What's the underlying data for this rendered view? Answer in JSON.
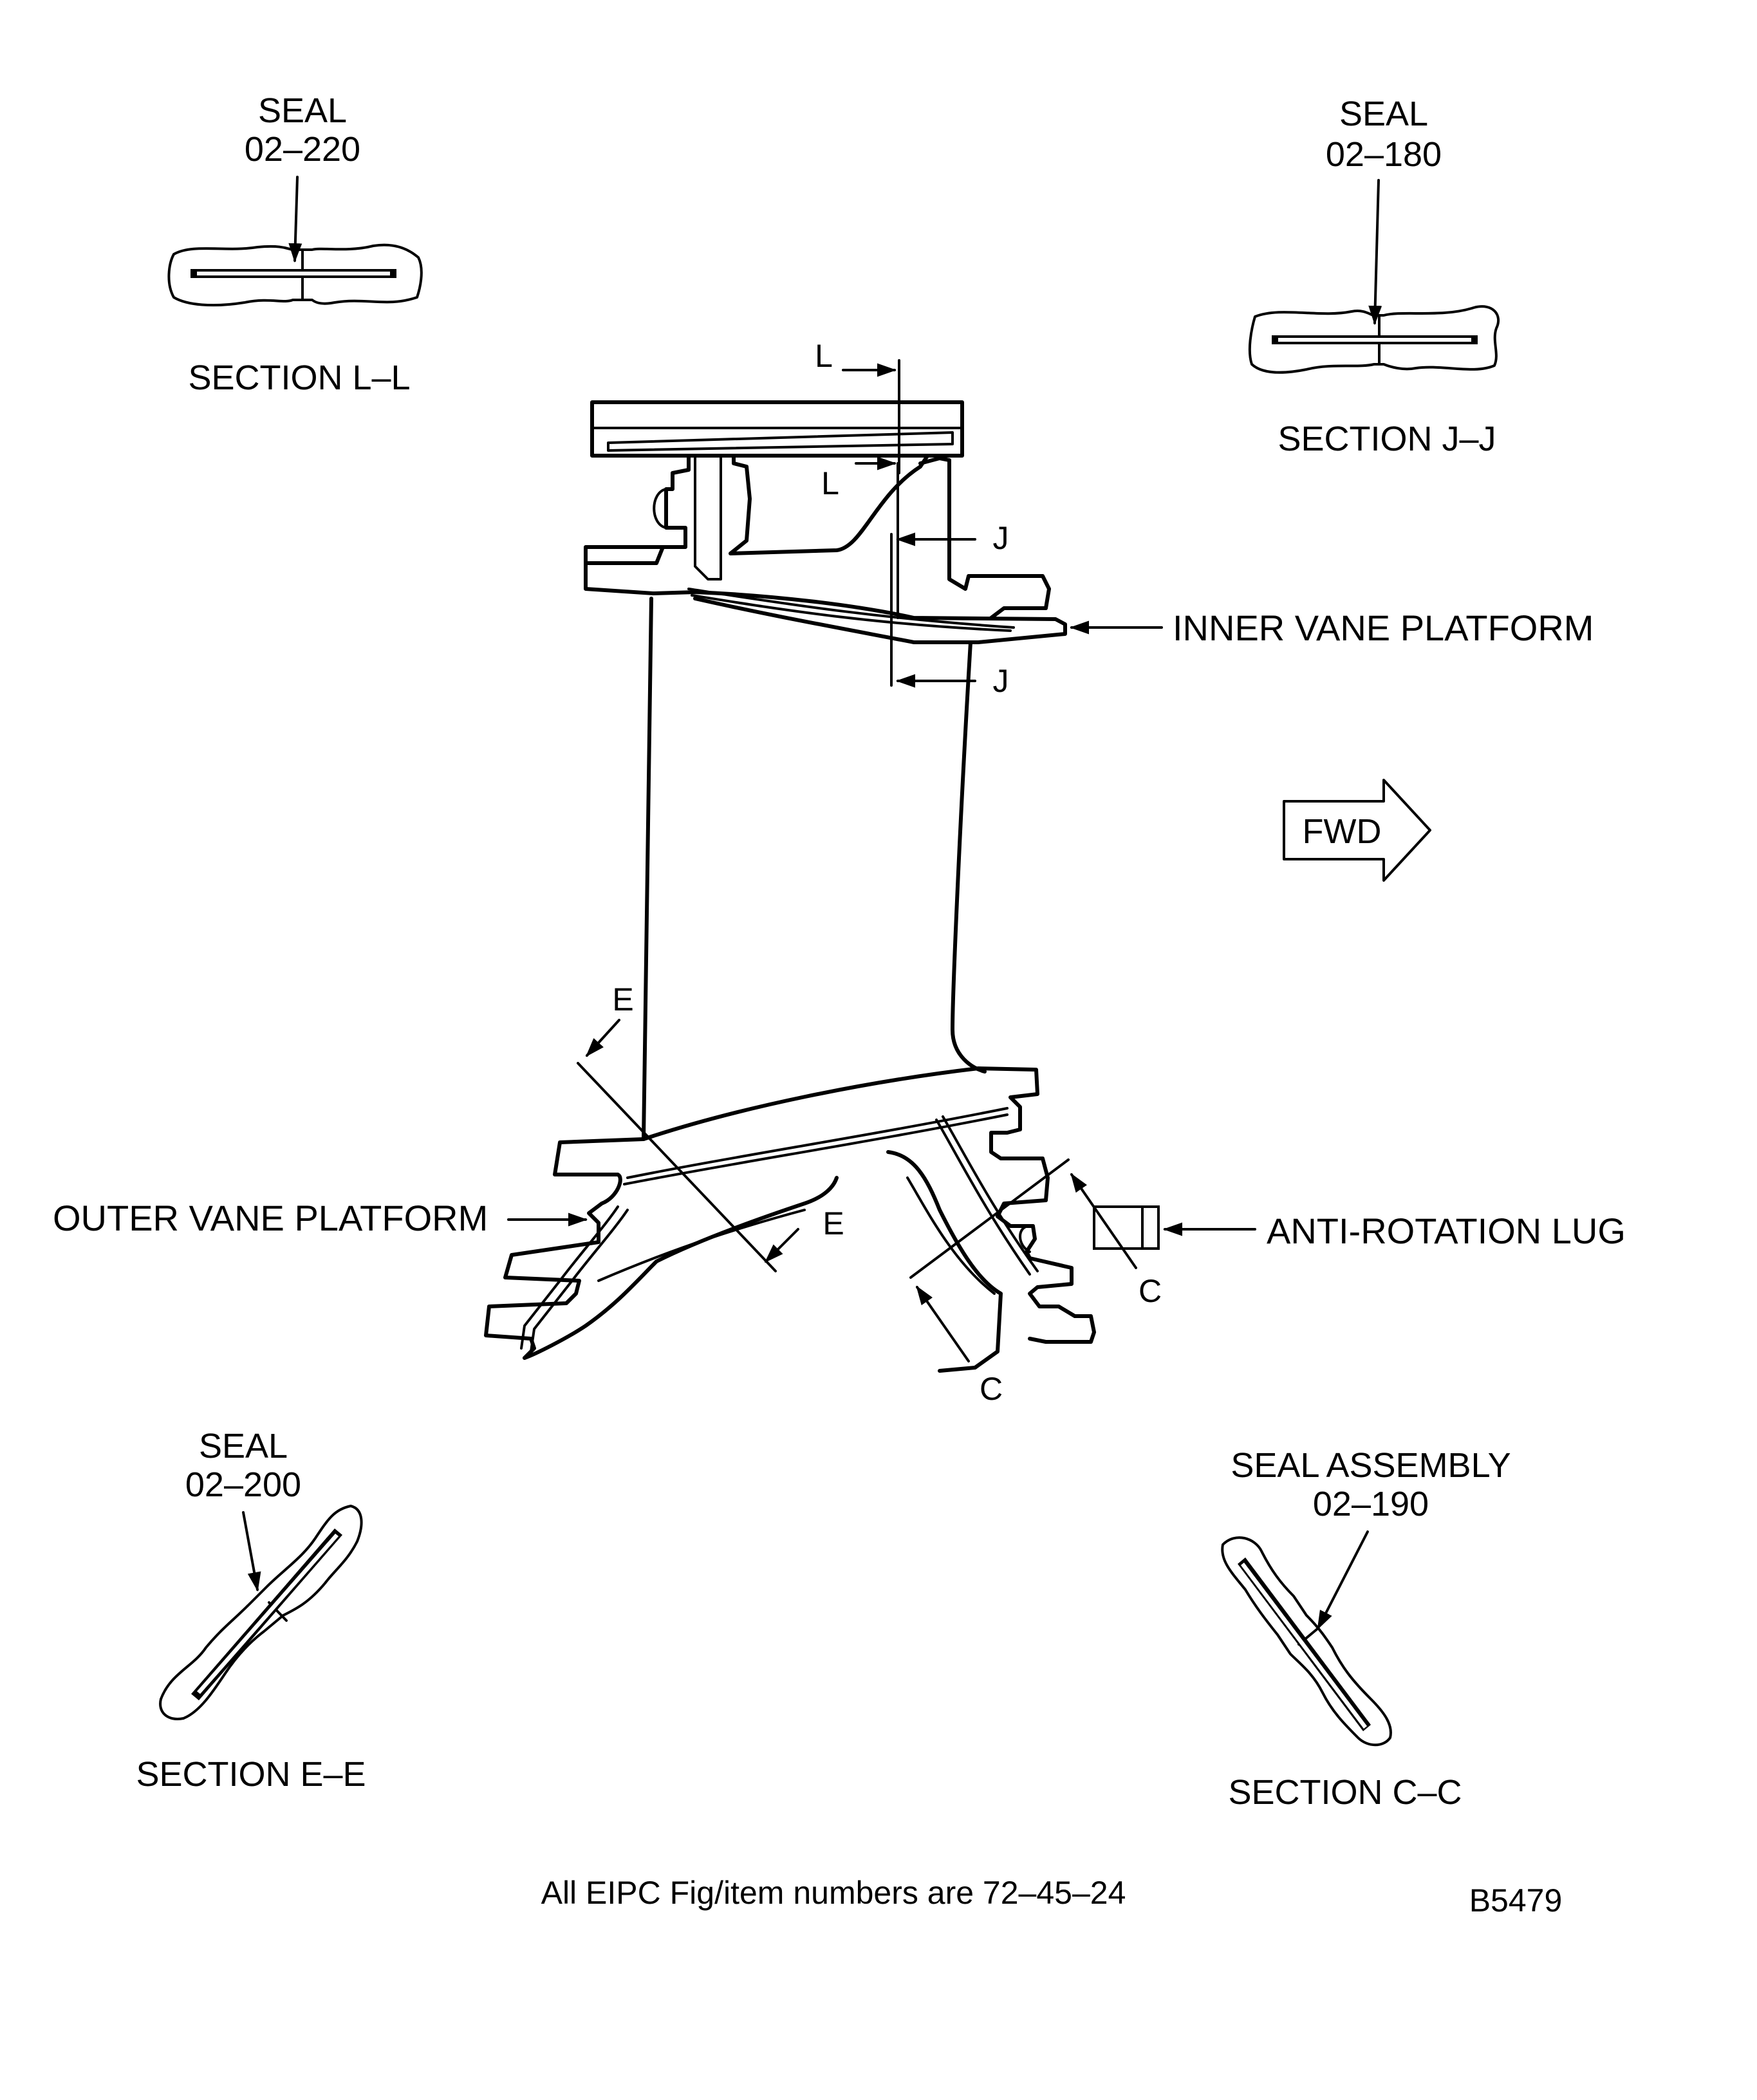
{
  "sections": {
    "l": {
      "seal_title": "SEAL",
      "seal_number": "02–220",
      "caption": "SECTION L–L"
    },
    "j": {
      "seal_title": "SEAL",
      "seal_number": "02–180",
      "caption": "SECTION J–J"
    },
    "e": {
      "seal_title": "SEAL",
      "seal_number": "02–200",
      "caption": "SECTION E–E"
    },
    "c": {
      "seal_title": "SEAL ASSEMBLY",
      "seal_number": "02–190",
      "caption": "SECTION C–C"
    }
  },
  "callouts": {
    "inner_vane_platform": "INNER VANE PLATFORM",
    "outer_vane_platform": "OUTER VANE PLATFORM",
    "anti_rotation_lug": "ANTI-ROTATION LUG",
    "forward": "FWD"
  },
  "cut_markers": {
    "l_top": "L",
    "l_bottom": "L",
    "j_top": "J",
    "j_bottom": "J",
    "e_top": "E",
    "e_bottom": "E",
    "c_right": "C",
    "c_bottom": "C"
  },
  "footer": {
    "note": "All EIPC Fig/item numbers are 72–45–24",
    "figure_id": "B5479"
  }
}
